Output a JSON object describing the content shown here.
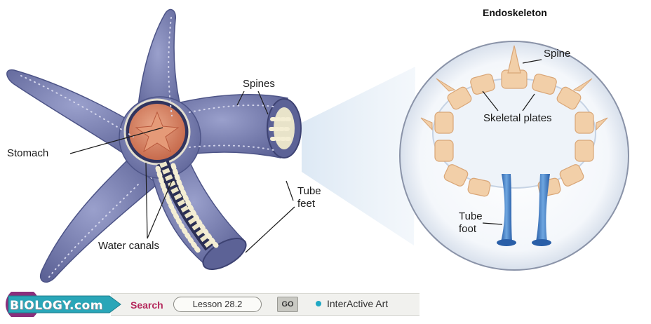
{
  "diagram": {
    "title": "Endoskeleton",
    "labels": {
      "spines": "Spines",
      "stomach": "Stomach",
      "water_canals": "Water canals",
      "tube_feet_line1": "Tube",
      "tube_feet_line2": "feet",
      "spine": "Spine",
      "skeletal_plates": "Skeletal plates",
      "tube_foot_line1": "Tube",
      "tube_foot_line2": "foot"
    }
  },
  "toolbar": {
    "brand": "BIOLOGY.com",
    "search_label": "Search",
    "lesson_value": "Lesson 28.2",
    "go_label": "GO",
    "link_label": "InterActive Art"
  },
  "colors": {
    "starfish": "#7f86b6",
    "starfish_dark": "#4d5487",
    "stomach": "#d98867",
    "plates": "#f2cfa8",
    "tube_foot": "#3a73b8",
    "brand_teal": "#2aa6b8",
    "brand_purple": "#8a2f7c"
  }
}
